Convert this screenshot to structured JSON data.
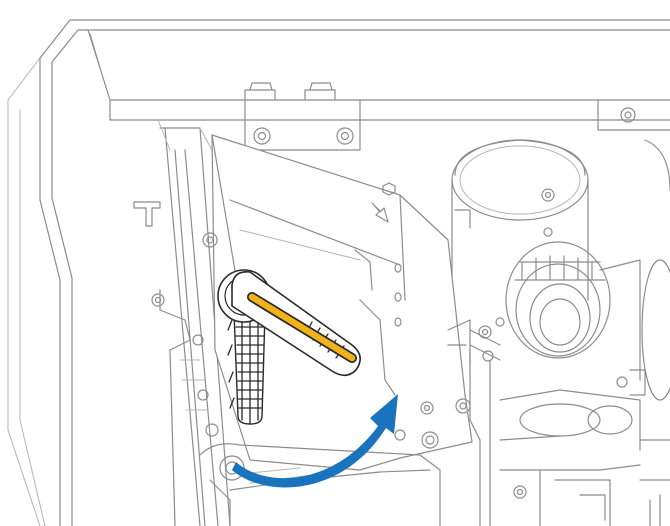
{
  "illustration": {
    "type": "printer-mechanism-line-drawing",
    "icons": [
      "screw-icon",
      "open-direction-arrow-icon",
      "lever-icon"
    ],
    "colors": {
      "line": "#8c8c8c",
      "line_light": "#b4b4b4",
      "lever_body": "#ffffff",
      "lever_highlight": "#f2b21b",
      "lever_outline": "#2a2a2a",
      "arrow": "#1a74bd",
      "background": "#ffffff"
    },
    "motion": {
      "part": "printhead-open-lever",
      "direction": "counterclockwise-upward"
    }
  }
}
